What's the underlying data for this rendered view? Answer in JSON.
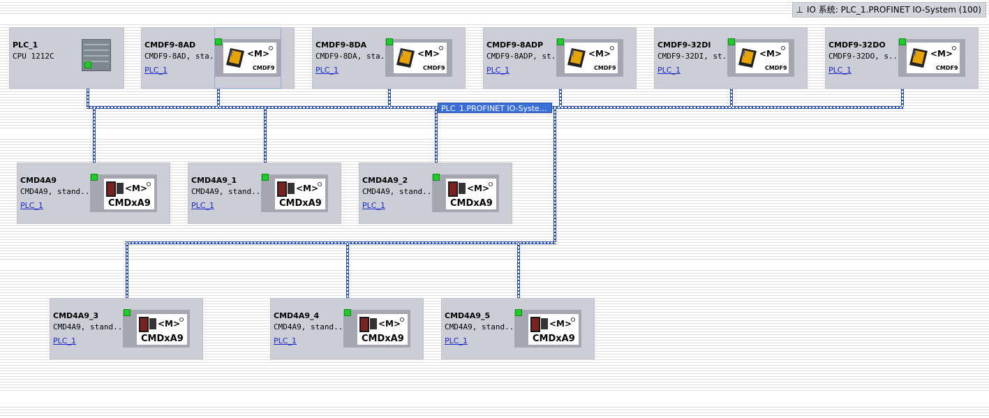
{
  "io_system_label": "IO 系统: PLC_1.PROFINET IO-System (100)",
  "bus_label": "PLC_1.PROFINET IO-Syste...",
  "colors": {
    "device_bg": "#cdcdd7",
    "bus": "#2a4fa8",
    "port": "#1ccc28",
    "link": "#1428c8"
  },
  "plc": {
    "name": "PLC_1",
    "type": "CPU 1212C",
    "icon": "plc-cpu-icon"
  },
  "devices_top": [
    {
      "name": "CMDF9-8AD",
      "type": "CMDF9-8AD, sta...",
      "link": "PLC_1",
      "logo_text": "CMDF9"
    },
    {
      "name": "CMDF9-8DA",
      "type": "CMDF9-8DA, sta...",
      "link": "PLC_1",
      "logo_text": "CMDF9"
    },
    {
      "name": "CMDF9-8ADP",
      "type": "CMDF9-8ADP, st...",
      "link": "PLC_1",
      "logo_text": "CMDF9"
    },
    {
      "name": "CMDF9-32DI",
      "type": "CMDF9-32DI, st...",
      "link": "PLC_1",
      "logo_text": "CMDF9"
    },
    {
      "name": "CMDF9-32DO",
      "type": "CMDF9-32DO, s...",
      "link": "PLC_1",
      "logo_text": "CMDF9"
    }
  ],
  "devices_mid": [
    {
      "name": "CMD4A9",
      "type": "CMD4A9, stand...",
      "link": "PLC_1",
      "logo_text": "CMDxA9"
    },
    {
      "name": "CMD4A9_1",
      "type": "CMD4A9, stand...",
      "link": "PLC_1",
      "logo_text": "CMDxA9"
    },
    {
      "name": "CMD4A9_2",
      "type": "CMD4A9, stand...",
      "link": "PLC_1",
      "logo_text": "CMDxA9"
    }
  ],
  "devices_bot": [
    {
      "name": "CMD4A9_3",
      "type": "CMD4A9, stand...",
      "link": "PLC_1",
      "logo_text": "CMDxA9"
    },
    {
      "name": "CMD4A9_4",
      "type": "CMD4A9, stand...",
      "link": "PLC_1",
      "logo_text": "CMDxA9"
    },
    {
      "name": "CMD4A9_5",
      "type": "CMD4A9, stand...",
      "link": "PLC_1",
      "logo_text": "CMDxA9"
    }
  ]
}
